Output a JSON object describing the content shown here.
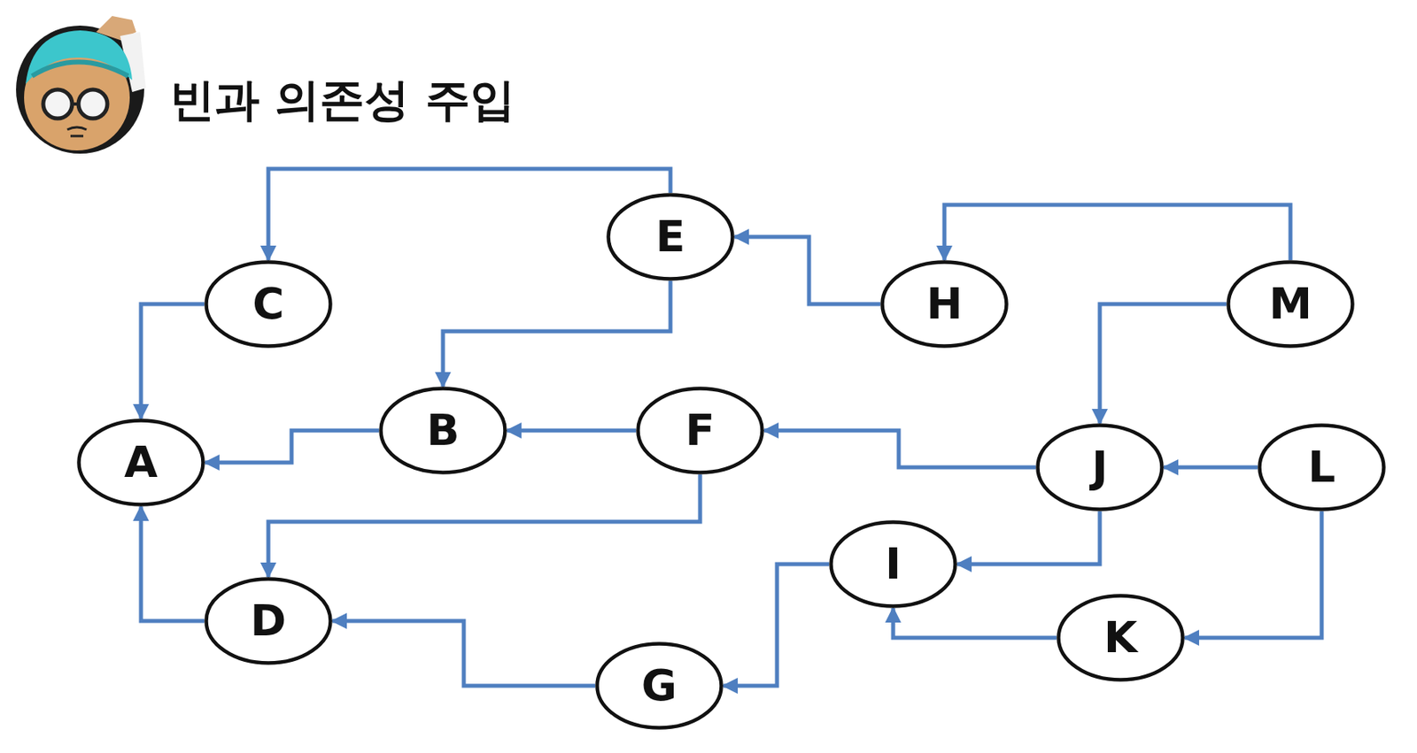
{
  "diagram": {
    "title": "빈과 의존성 주입",
    "nodes": [
      {
        "text": [
          "E"
        ]
      },
      {
        "text": [
          "C"
        ]
      },
      {
        "text": [
          "H"
        ]
      },
      {
        "text": [
          "M"
        ]
      },
      {
        "text": [
          "B"
        ]
      },
      {
        "text": [
          "F"
        ]
      },
      {
        "text": [
          "A"
        ]
      },
      {
        "text": [
          "J"
        ]
      },
      {
        "text": [
          "L"
        ]
      },
      {
        "text": [
          "I"
        ]
      },
      {
        "text": [
          "D"
        ]
      },
      {
        "text": [
          "K"
        ]
      },
      {
        "text": [
          "G"
        ]
      }
    ],
    "edges": [
      {
        "from": 0,
        "to": 1,
        "arrow": "to"
      },
      {
        "from": 2,
        "to": 0,
        "arrow": "to"
      },
      {
        "from": 3,
        "to": 2,
        "arrow": "to"
      },
      {
        "from": 3,
        "to": 7,
        "arrow": "to"
      },
      {
        "from": 1,
        "to": 6,
        "arrow": "to"
      },
      {
        "from": 0,
        "to": 4,
        "arrow": "to"
      },
      {
        "from": 4,
        "to": 6,
        "arrow": "to"
      },
      {
        "from": 5,
        "to": 4,
        "arrow": "to"
      },
      {
        "from": 5,
        "to": 10,
        "arrow": "to"
      },
      {
        "from": 7,
        "to": 5,
        "arrow": "to"
      },
      {
        "from": 8,
        "to": 7,
        "arrow": "to"
      },
      {
        "from": 7,
        "to": 9,
        "arrow": "to"
      },
      {
        "from": 8,
        "to": 11,
        "arrow": "to"
      },
      {
        "from": 11,
        "to": 9,
        "arrow": "to"
      },
      {
        "from": 9,
        "to": 12,
        "arrow": "to"
      },
      {
        "from": 12,
        "to": 10,
        "arrow": "to"
      },
      {
        "from": 10,
        "to": 6,
        "arrow": "to"
      }
    ]
  }
}
